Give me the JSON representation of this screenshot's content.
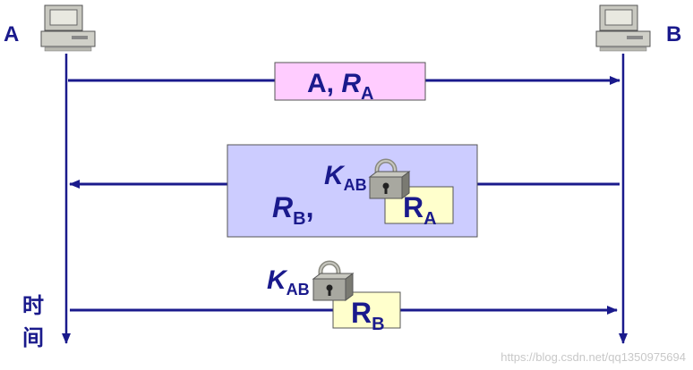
{
  "parties": {
    "left": "A",
    "right": "B"
  },
  "time_label": [
    "时",
    "间"
  ],
  "messages": {
    "m1": {
      "sender": "A",
      "sep": ", ",
      "nonce": "R",
      "nonce_sub": "A"
    },
    "m2": {
      "nonce": "R",
      "nonce_sub": "B",
      "sep": ",",
      "key": "K",
      "key_sub": "AB",
      "inner": "R",
      "inner_sub": "A"
    },
    "m3": {
      "key": "K",
      "key_sub": "AB",
      "inner": "R",
      "inner_sub": "B"
    }
  },
  "watermark": "https://blog.csdn.net/qq1350975694",
  "colors": {
    "line": "#1a1a8c",
    "msg1_fill": "#ffccff",
    "msg2_fill": "#ccccff",
    "inner_fill": "#ffffcc",
    "lock_body": "#a8a8a0"
  },
  "icons": [
    "computer-icon",
    "padlock-icon"
  ]
}
